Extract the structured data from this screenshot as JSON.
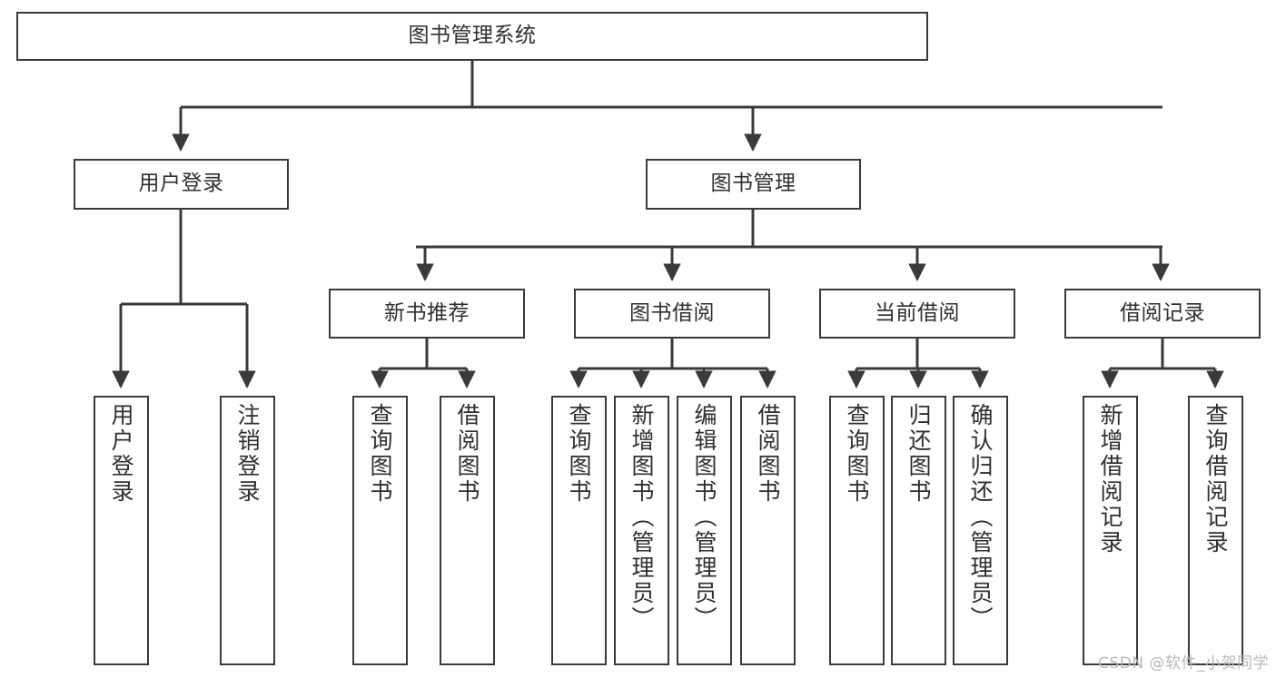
{
  "diagram": {
    "type": "tree",
    "title": "图书管理系统",
    "orientation": "top-down",
    "colors": {
      "box_border": "#3a3a3a",
      "box_fill": "#ffffff",
      "connector": "#3a3a3a",
      "text": "#2f2f2f",
      "watermark": "#b9b9b9",
      "background": "#ffffff"
    },
    "nodes": {
      "root": {
        "label": "图书管理系统"
      },
      "level2": [
        {
          "label": "用户登录"
        },
        {
          "label": "图书管理"
        }
      ],
      "level3": [
        {
          "label": "新书推荐"
        },
        {
          "label": "图书借阅"
        },
        {
          "label": "当前借阅"
        },
        {
          "label": "借阅记录"
        }
      ],
      "leaves": {
        "user_login": [
          {
            "label": "用户登录"
          },
          {
            "label": "注销登录"
          }
        ],
        "new_book_recommend": [
          {
            "label": "查询图书"
          },
          {
            "label": "借阅图书"
          }
        ],
        "book_borrow": [
          {
            "label": "查询图书"
          },
          {
            "label": "新增图书（管理员）"
          },
          {
            "label": "编辑图书（管理员）"
          },
          {
            "label": "借阅图书"
          }
        ],
        "current_borrow": [
          {
            "label": "查询图书"
          },
          {
            "label": "归还图书"
          },
          {
            "label": "确认归还（管理员）"
          }
        ],
        "borrow_record": [
          {
            "label": "新增借阅记录"
          },
          {
            "label": "查询借阅记录"
          }
        ]
      }
    }
  },
  "watermark": {
    "text": "CSDN @软件_小贺同学"
  }
}
